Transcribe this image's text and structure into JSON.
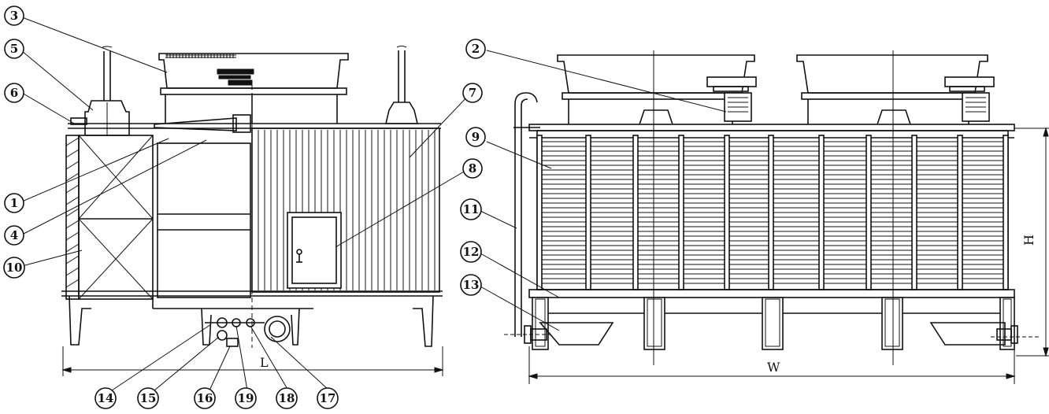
{
  "callouts": {
    "c1": "1",
    "c2": "2",
    "c3": "3",
    "c4": "4",
    "c5": "5",
    "c6": "6",
    "c7": "7",
    "c8": "8",
    "c9": "9",
    "c10": "10",
    "c11": "11",
    "c12": "12",
    "c13": "13",
    "c14": "14",
    "c15": "15",
    "c16": "16",
    "c17": "17",
    "c18": "18",
    "c19": "19"
  },
  "dimensions": {
    "length": "L",
    "width": "W",
    "height": "H"
  }
}
